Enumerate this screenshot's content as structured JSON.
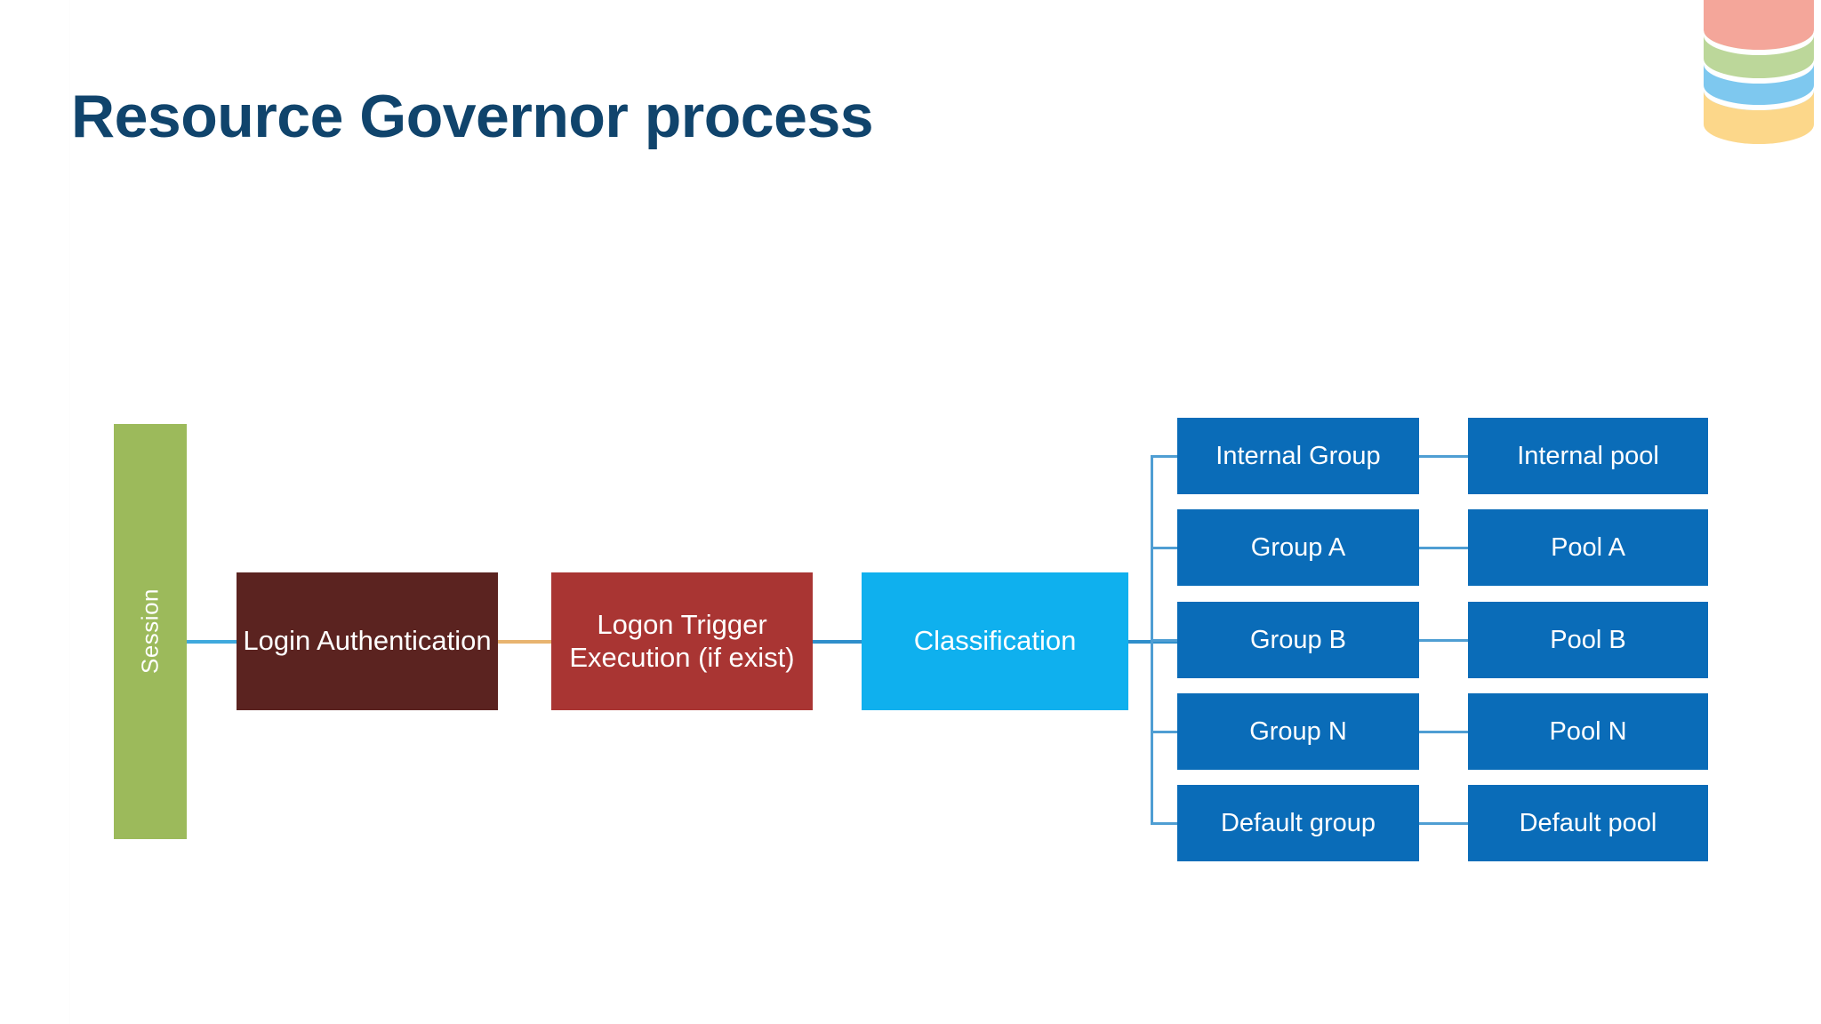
{
  "slide": {
    "title": "Resource Governor process",
    "title_color": "#10446c",
    "background": "#ffffff",
    "logo": {
      "icon": "database-cylinder-icon",
      "bands": [
        "#f4a69a",
        "#bcd79a",
        "#7ec8ef",
        "#fcd78a"
      ]
    }
  },
  "flow": {
    "session": {
      "label": "Session",
      "color": "#9cba5b"
    },
    "login": {
      "label": "Login Authentication",
      "color": "#5b2320"
    },
    "trigger": {
      "line1": "Logon Trigger",
      "line2": "Execution (if exist)",
      "color": "#a93533"
    },
    "classification": {
      "label": "Classification",
      "color": "#0fb0ee"
    }
  },
  "connectors": [
    {
      "name": "session-to-login",
      "color": "#3fa9dd"
    },
    {
      "name": "login-to-trigger",
      "color": "#e8b470"
    },
    {
      "name": "trigger-to-classification",
      "color": "#2f8fcb"
    },
    {
      "name": "classification-to-trunk",
      "color": "#2f8fcb"
    }
  ],
  "branches": {
    "box_color": "#0a6cb8",
    "rows": [
      {
        "group": "Internal Group",
        "pool": "Internal pool"
      },
      {
        "group": "Group A",
        "pool": "Pool A"
      },
      {
        "group": "Group B",
        "pool": "Pool B"
      },
      {
        "group": "Group N",
        "pool": "Pool N"
      },
      {
        "group": "Default group",
        "pool": "Default pool"
      }
    ]
  }
}
